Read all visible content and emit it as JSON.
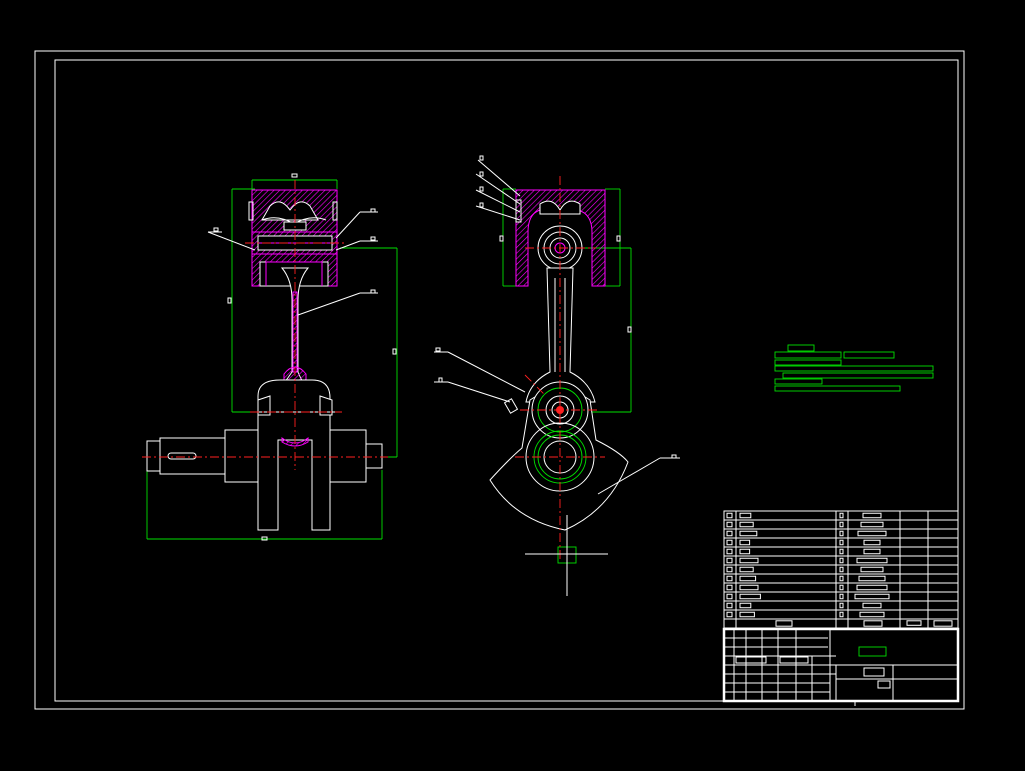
{
  "drawing": {
    "background": "#000000",
    "line_color": "#ffffff",
    "dimension_color": "#00e000",
    "centerline_color": "#ff2020",
    "hatch_color": "#ff00ff"
  },
  "views": [
    "front-section-view",
    "side-section-view"
  ],
  "technical_requirements": {
    "title": "",
    "lines": [
      "",
      "",
      "",
      ""
    ]
  },
  "parts_list": {
    "rows": 12
  },
  "title_block": {
    "drawing_name": ""
  }
}
